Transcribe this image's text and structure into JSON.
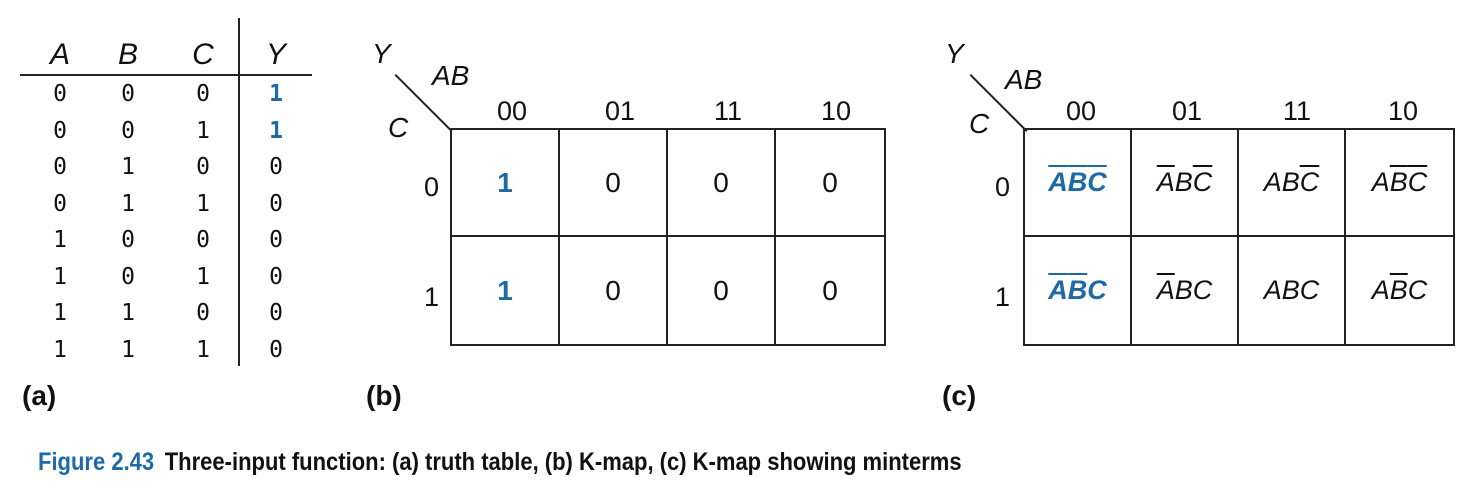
{
  "truth_table": {
    "headers": [
      "A",
      "B",
      "C",
      "Y"
    ],
    "rows": [
      [
        "0",
        "0",
        "0",
        "1"
      ],
      [
        "0",
        "0",
        "1",
        "1"
      ],
      [
        "0",
        "1",
        "0",
        "0"
      ],
      [
        "0",
        "1",
        "1",
        "0"
      ],
      [
        "1",
        "0",
        "0",
        "0"
      ],
      [
        "1",
        "0",
        "1",
        "0"
      ],
      [
        "1",
        "1",
        "0",
        "0"
      ],
      [
        "1",
        "1",
        "1",
        "0"
      ]
    ],
    "highlight_color": "#1d6aa5"
  },
  "labels": {
    "a": "(a)",
    "b": "(b)",
    "c": "(c)"
  },
  "kmap_b": {
    "output_var": "Y",
    "col_var": "AB",
    "row_var": "C",
    "col_codes": [
      "00",
      "01",
      "11",
      "10"
    ],
    "row_codes": [
      "0",
      "1"
    ],
    "cells": [
      [
        "1",
        "0",
        "0",
        "0"
      ],
      [
        "1",
        "0",
        "0",
        "0"
      ]
    ],
    "highlighted": [
      [
        true,
        false,
        false,
        false
      ],
      [
        true,
        false,
        false,
        false
      ]
    ]
  },
  "kmap_c": {
    "output_var": "Y",
    "col_var": "AB",
    "row_var": "C",
    "col_codes": [
      "00",
      "01",
      "11",
      "10"
    ],
    "row_codes": [
      "0",
      "1"
    ],
    "cells": [
      [
        [
          {
            "t": "A",
            "bar": true
          },
          {
            "t": "B",
            "bar": true
          },
          {
            "t": "C",
            "bar": true
          }
        ],
        [
          {
            "t": "A",
            "bar": true
          },
          {
            "t": "B",
            "bar": false
          },
          {
            "t": "C",
            "bar": true
          }
        ],
        [
          {
            "t": "A",
            "bar": false
          },
          {
            "t": "B",
            "bar": false
          },
          {
            "t": "C",
            "bar": true
          }
        ],
        [
          {
            "t": "A",
            "bar": false
          },
          {
            "t": "B",
            "bar": true
          },
          {
            "t": "C",
            "bar": true
          }
        ]
      ],
      [
        [
          {
            "t": "A",
            "bar": true
          },
          {
            "t": "B",
            "bar": true
          },
          {
            "t": "C",
            "bar": false
          }
        ],
        [
          {
            "t": "A",
            "bar": true
          },
          {
            "t": "B",
            "bar": false
          },
          {
            "t": "C",
            "bar": false
          }
        ],
        [
          {
            "t": "A",
            "bar": false
          },
          {
            "t": "B",
            "bar": false
          },
          {
            "t": "C",
            "bar": false
          }
        ],
        [
          {
            "t": "A",
            "bar": false
          },
          {
            "t": "B",
            "bar": true
          },
          {
            "t": "C",
            "bar": false
          }
        ]
      ]
    ],
    "highlighted": [
      [
        true,
        false,
        false,
        false
      ],
      [
        true,
        false,
        false,
        false
      ]
    ]
  },
  "caption": {
    "number": "Figure 2.43",
    "text": "Three-input function: (a) truth table, (b) K-map, (c) K-map showing minterms"
  }
}
